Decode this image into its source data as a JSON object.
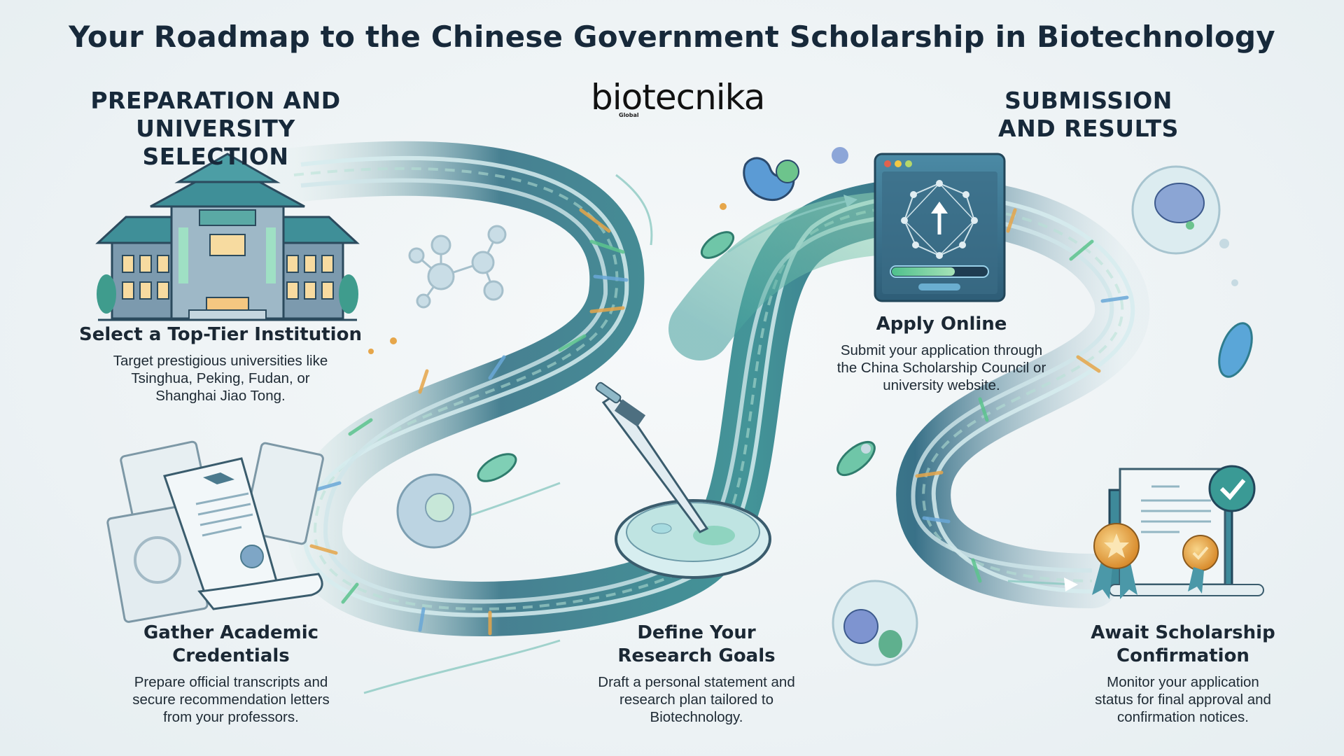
{
  "title": "Your Roadmap to the Chinese Government Scholarship in Biotechnology",
  "logo": {
    "text": "biotecnika",
    "subtext": "Global"
  },
  "sections": [
    {
      "id": "preparation",
      "lines": [
        "PREPARATION AND",
        "UNIVERSITY SELECTION"
      ]
    },
    {
      "id": "submission",
      "lines": [
        "SUBMISSION",
        "AND RESULTS"
      ]
    }
  ],
  "steps": [
    {
      "id": "select-institution",
      "title_lines": [
        "Select a Top-Tier Institution"
      ],
      "desc_lines": [
        "Target prestigious universities like",
        "Tsinghua, Peking, Fudan, or",
        "Shanghai Jiao Tong."
      ],
      "icon": "university-building-icon"
    },
    {
      "id": "gather-credentials",
      "title_lines": [
        "Gather Academic",
        "Credentials"
      ],
      "desc_lines": [
        "Prepare official transcripts and",
        "secure recommendation letters",
        "from your professors."
      ],
      "icon": "diploma-documents-icon"
    },
    {
      "id": "define-goals",
      "title_lines": [
        "Define Your",
        "Research Goals"
      ],
      "desc_lines": [
        "Draft a personal statement and",
        "research plan tailored to",
        "Biotechnology."
      ],
      "icon": "pipette-petri-dish-icon"
    },
    {
      "id": "apply-online",
      "title_lines": [
        "Apply Online"
      ],
      "desc_lines": [
        "Submit your application through",
        "the China Scholarship Council or",
        "university website."
      ],
      "icon": "upload-window-icon"
    },
    {
      "id": "await-confirmation",
      "title_lines": [
        "Await Scholarship",
        "Confirmation"
      ],
      "desc_lines": [
        "Monitor your application",
        "status for final approval and",
        "confirmation notices."
      ],
      "icon": "certificate-award-icon"
    }
  ],
  "colors": {
    "heading": "#17293a",
    "ribbon_dark": "#2d5a72",
    "ribbon_teal": "#4aa6a0",
    "ribbon_light": "#9fd6c8",
    "accent_gold": "#e6a64a",
    "accent_green": "#5cc48e",
    "background": "#eef3f5"
  }
}
